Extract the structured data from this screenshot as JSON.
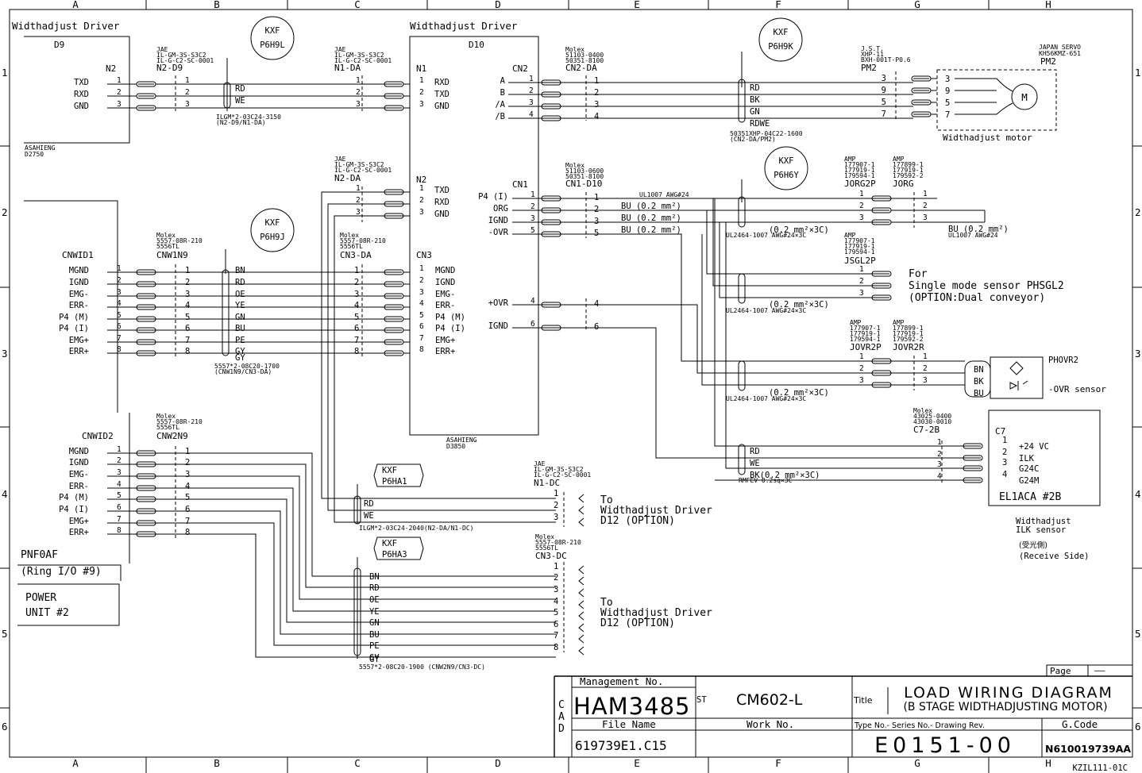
{
  "frame": {
    "cols": [
      "A",
      "B",
      "C",
      "D",
      "E",
      "F",
      "G",
      "H"
    ],
    "rows": [
      "1",
      "2",
      "3",
      "4",
      "5",
      "6"
    ]
  },
  "d9": {
    "header": "Widthadjust Driver",
    "name": "D9",
    "conn": "N2",
    "pins": [
      {
        "n": "1",
        "s": "TXD"
      },
      {
        "n": "2",
        "s": "RXD"
      },
      {
        "n": "3",
        "s": "GND"
      }
    ],
    "model1": "ASAHIENG",
    "model2": "D2750"
  },
  "d10": {
    "header": "Widthadjust Driver",
    "name": "D10",
    "model1": "ASAHIENG",
    "model2": "D3850"
  },
  "connA": {
    "maker": "JAE",
    "p1": "IL-GM-3S-S3C2",
    "p2": "IL-G-C2-SC-0001",
    "name": "N2-D9",
    "pins": [
      "1",
      "2",
      "3"
    ]
  },
  "cable1": {
    "kxf1": "KXF",
    "kxf2": "P6H9L",
    "wires": [
      "RD",
      "WE"
    ],
    "label1": "ILGM*2-03C24-3150",
    "label2": "(N2-D9/N1-DA)"
  },
  "connB": {
    "maker": "JAE",
    "p1": "IL-GM-3S-S3C2",
    "p2": "IL-G-C2-SC-0001",
    "name": "N1-DA",
    "pins": [
      "1",
      "2",
      "3"
    ]
  },
  "n1": {
    "conn": "N1",
    "pins": [
      {
        "n": "1",
        "s": "RXD"
      },
      {
        "n": "2",
        "s": "TXD"
      },
      {
        "n": "3",
        "s": "GND"
      }
    ]
  },
  "n2d10": {
    "conn": "N2",
    "maker": "JAE",
    "p1": "IL-GM-3S-S3C2",
    "p2": "IL-G-C2-SC-0001",
    "name": "N2-DA",
    "pins": [
      {
        "n": "1",
        "s": "TXD"
      },
      {
        "n": "2",
        "s": "RXD"
      },
      {
        "n": "3",
        "s": "GND"
      }
    ]
  },
  "cn2": {
    "conn": "CN2",
    "maker": "Molex",
    "p1": "51103-0400",
    "p2": "50351-8100",
    "name": "CN2-DA",
    "pins": [
      {
        "n": "1",
        "s": "A"
      },
      {
        "n": "2",
        "s": "B"
      },
      {
        "n": "3",
        "s": "/A"
      },
      {
        "n": "4",
        "s": "/B"
      }
    ],
    "far": [
      "1",
      "2",
      "3",
      "4"
    ]
  },
  "motorCable": {
    "kxf1": "KXF",
    "kxf2": "P6H9K",
    "wires": [
      "RD",
      "BK",
      "GN",
      "RDWE"
    ],
    "label1": "50351XHP-04C22-1600",
    "label2": "(CN2-DA/PM2)"
  },
  "pm2": {
    "maker": "J.S.T.",
    "p1": "XHP-11",
    "p2": "BXH-001T-P0.6",
    "name": "PM2",
    "pins_in": [
      "3",
      "9",
      "5",
      "7"
    ],
    "pins_out": [
      "3",
      "9",
      "5",
      "7"
    ]
  },
  "motor": {
    "maker": "JAPAN SERVO",
    "model": "KH56KMZ-651",
    "conn": "PM2",
    "symbol": "M",
    "caption": "Widthadjust motor"
  },
  "cn1": {
    "conn": "CN1",
    "maker": "Molex",
    "p1": "51103-0600",
    "p2": "50351-8100",
    "name": "CN1-D10",
    "pins": [
      {
        "n": "1",
        "s": "P4 (I)"
      },
      {
        "n": "2",
        "s": "ORG"
      },
      {
        "n": "3",
        "s": "IGND"
      },
      {
        "n": "5",
        "s": "-OVR"
      },
      {
        "n": "4",
        "s": "+OVR"
      },
      {
        "n": "6",
        "s": "IGND"
      }
    ],
    "far": [
      "1",
      "2",
      "3",
      "5",
      "4",
      "6"
    ],
    "ul": "UL1007 AWG#24",
    "wires": [
      "BU  (0.2 mm²)",
      "BU  (0.2 mm²)",
      "BU  (0.2 mm²)"
    ]
  },
  "sensorCable": {
    "kxf1": "KXF",
    "kxf2": "P6H6Y",
    "spec": "(0.2 mm²×3C)",
    "ul": "UL2464-1007 AWG#24×3C"
  },
  "jorg": {
    "maker1": "AMP",
    "maker2": "AMP",
    "a": [
      "177907-1",
      "177919-1",
      "179594-1"
    ],
    "b": [
      "177899-1",
      "177919-1",
      "179592-2"
    ],
    "name1": "JORG2P",
    "name2": "JORG",
    "pins": [
      "1",
      "2",
      "3"
    ],
    "bu": "BU  (0.2 mm²)",
    "ul": "UL1007 AWG#24"
  },
  "jsgl": {
    "maker": "AMP",
    "a": [
      "177907-1",
      "177919-1",
      "179594-1"
    ],
    "name": "JSGL2P",
    "pins": [
      "1",
      "2",
      "3"
    ],
    "spec": "(0.2 mm²×3C)",
    "ul": "UL2464-1007 AWG#24×3C",
    "note1": "For",
    "note2": "Single mode sensor PHSGL2",
    "note3": "(OPTION:Dual conveyor)"
  },
  "jovr": {
    "maker1": "AMP",
    "maker2": "AMP",
    "a": [
      "177907-1",
      "177919-1",
      "179594-1"
    ],
    "b": [
      "177899-1",
      "177919-1",
      "179592-2"
    ],
    "name1": "JOVR2P",
    "name2": "JOVR2R",
    "pins": [
      "1",
      "2",
      "3"
    ],
    "wires": [
      "BN",
      "BK",
      "BU"
    ],
    "sensor": "PHOVR2",
    "caption": "-OVR sensor",
    "spec": "(0.2 mm²×3C)",
    "ul": "UL2464-1007 AWG#24×3C"
  },
  "c7": {
    "maker": "Molex",
    "p1": "43025-0400",
    "p2": "43030-0010",
    "name": "C7-2B",
    "conn": "C7",
    "pins_in": [
      "1",
      "2",
      "3",
      "4"
    ],
    "pins": [
      {
        "n": "1",
        "s": "+24 VC"
      },
      {
        "n": "2",
        "s": "ILK"
      },
      {
        "n": "3",
        "s": "G24C"
      },
      {
        "n": "4",
        "s": "G24M"
      }
    ],
    "wires": [
      "RD",
      "WE",
      "BK(0.2 mm²×3C)"
    ],
    "rm": "RMFEV 0.2sq×3C",
    "box": "EL1ACA #2B",
    "cap1": "Widthadjust",
    "cap2": "ILK sensor",
    "cap3": "(受光側)",
    "cap4": "(Receive Side)"
  },
  "cnwid1": {
    "conn": "CNWID1",
    "pins": [
      {
        "n": "1",
        "s": "MGND"
      },
      {
        "n": "2",
        "s": "IGND"
      },
      {
        "n": "3",
        "s": "EMG-"
      },
      {
        "n": "4",
        "s": "ERR-"
      },
      {
        "n": "5",
        "s": "P4 (M)"
      },
      {
        "n": "6",
        "s": "P4 (I)"
      },
      {
        "n": "7",
        "s": "EMG+"
      },
      {
        "n": "8",
        "s": "ERR+"
      }
    ]
  },
  "cnw1n9": {
    "maker": "Molex",
    "p1": "5557-08R-210",
    "p2": "5556TL",
    "name": "CNW1N9",
    "pins": [
      "1",
      "2",
      "3",
      "4",
      "5",
      "6",
      "7",
      "8"
    ]
  },
  "cable3": {
    "kxf1": "KXF",
    "kxf2": "P6H9J",
    "wires": [
      "BN",
      "RD",
      "OE",
      "YE",
      "GN",
      "BU",
      "PE",
      "GY"
    ],
    "label1": "5557*2-08C20-1700",
    "label2": "(CNW1N9/CN3-DA)"
  },
  "cn3da": {
    "maker": "Molex",
    "p1": "5557-08R-210",
    "p2": "5556TL",
    "name": "CN3-DA",
    "pins": [
      "1",
      "2",
      "3",
      "4",
      "5",
      "6",
      "7",
      "8"
    ]
  },
  "cn3": {
    "conn": "CN3",
    "pins": [
      {
        "n": "1",
        "s": "MGND"
      },
      {
        "n": "2",
        "s": "IGND"
      },
      {
        "n": "3",
        "s": "EMG-"
      },
      {
        "n": "4",
        "s": "ERR-"
      },
      {
        "n": "5",
        "s": "P4 (M)"
      },
      {
        "n": "6",
        "s": "P4 (I)"
      },
      {
        "n": "7",
        "s": "EMG+"
      },
      {
        "n": "8",
        "s": "ERR+"
      }
    ]
  },
  "cnwid2": {
    "conn": "CNWID2",
    "pins": [
      {
        "n": "1",
        "s": "MGND"
      },
      {
        "n": "2",
        "s": "IGND"
      },
      {
        "n": "3",
        "s": "EMG-"
      },
      {
        "n": "4",
        "s": "ERR-"
      },
      {
        "n": "5",
        "s": "P4 (M)"
      },
      {
        "n": "6",
        "s": "P4 (I)"
      },
      {
        "n": "7",
        "s": "EMG+"
      },
      {
        "n": "8",
        "s": "ERR+"
      }
    ]
  },
  "cnw2n9": {
    "maker": "Molex",
    "p1": "5557-08R-210",
    "p2": "5556TL",
    "name": "CNW2N9",
    "pins": [
      "1",
      "2",
      "3",
      "4",
      "5",
      "6",
      "7",
      "8"
    ]
  },
  "pnf": {
    "name": "PNF0AF",
    "ring": "(Ring I/O #9)",
    "power1": "POWER",
    "power2": "UNIT #2"
  },
  "n1dc": {
    "kxf1": "KXF",
    "kxf2": "P6HA1",
    "wires": [
      "RD",
      "WE"
    ],
    "label": "ILGM*2-03C24-2040(N2-DA/N1-DC)",
    "maker": "JAE",
    "p1": "IL-GM-3S-S3C2",
    "p2": "IL-G-C2-SC-0001",
    "name": "N1-DC",
    "pins": [
      "1",
      "2",
      "3"
    ],
    "to1": "To",
    "to2": "Widthadjust Driver",
    "to3": "D12 (OPTION)"
  },
  "cn3dc": {
    "kxf1": "KXF",
    "kxf2": "P6HA3",
    "wires": [
      "BN",
      "RD",
      "OE",
      "YE",
      "GN",
      "BU",
      "PE",
      "GY"
    ],
    "label": "5557*2-08C20-1900 (CNW2N9/CN3-DC)",
    "maker": "Molex",
    "p1": "5557-08R-210",
    "p2": "5556TL",
    "name": "CN3-DC",
    "pins": [
      "1",
      "2",
      "3",
      "4",
      "5",
      "6",
      "7",
      "8"
    ],
    "to1": "To",
    "to2": "Widthadjust Driver",
    "to3": "D12 (OPTION)"
  },
  "titleblock": {
    "page_label": "Page",
    "page_value": "——",
    "mgmt_label": "Management No.",
    "mgmt_value": "HAM3485",
    "st": "ST",
    "model": "CM602-L",
    "title_label": "Title",
    "title1": "LOAD WIRING DIAGRAM",
    "title2": "(B STAGE WIDTHADJUSTING MOTOR)",
    "cad": [
      "C",
      "A",
      "D"
    ],
    "file_label": "File Name",
    "work_label": "Work No.",
    "type_label": "Type No.- Series No.- Drawing Rev.",
    "gcode_label": "G.Code",
    "file_value": "619739E1.C15",
    "type_value": "E0151-00",
    "gcode_value": "N610019739AA",
    "doc_code": "KZIL111-01C"
  }
}
